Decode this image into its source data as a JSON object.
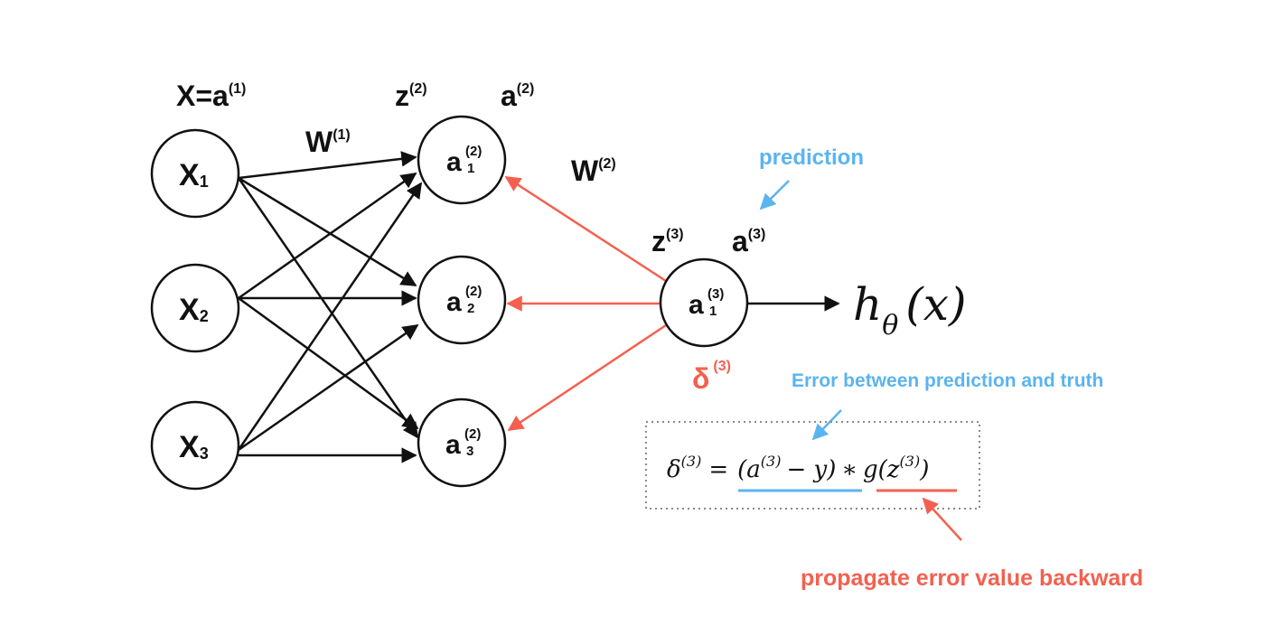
{
  "colors": {
    "black": "#111111",
    "red": "#f4604f",
    "blue": "#5ab4f0",
    "dotted_border": "#8a8a8a"
  },
  "layer_labels": {
    "input": {
      "base": "X=a",
      "sup": "(1)"
    },
    "z2": {
      "base": "z",
      "sup": "(2)"
    },
    "a2": {
      "base": "a",
      "sup": "(2)"
    },
    "z3": {
      "base": "z",
      "sup": "(3)"
    },
    "a3": {
      "base": "a",
      "sup": "(3)"
    }
  },
  "weights": {
    "w1": {
      "base": "W",
      "sup": "(1)"
    },
    "w2": {
      "base": "W",
      "sup": "(2)"
    }
  },
  "input_nodes": [
    {
      "base": "X",
      "sub": "1"
    },
    {
      "base": "X",
      "sub": "2"
    },
    {
      "base": "X",
      "sub": "3"
    }
  ],
  "hidden_nodes": [
    {
      "base": "a",
      "sup": "(2)",
      "sub": "1"
    },
    {
      "base": "a",
      "sup": "(2)",
      "sub": "2"
    },
    {
      "base": "a",
      "sup": "(2)",
      "sub": "3"
    }
  ],
  "output_node": {
    "base": "a",
    "sup": "(3)",
    "sub": "1"
  },
  "hypothesis": {
    "h": "h",
    "sub": "θ",
    "arg": "(x)"
  },
  "delta_label": {
    "base": "δ",
    "sup": "(3)"
  },
  "annotations": {
    "prediction": "prediction",
    "error": "Error between prediction and truth",
    "propagate": "propagate error value backward"
  },
  "formula": {
    "lhs": "δ",
    "lhs_sup": "(3)",
    "eq": "=",
    "term1_open": "(a",
    "term1_sup": "(3)",
    "term1_rest": "− y)",
    "times": "∗",
    "term2_open": "g(z",
    "term2_sup": "(3)",
    "term2_close": ")"
  }
}
